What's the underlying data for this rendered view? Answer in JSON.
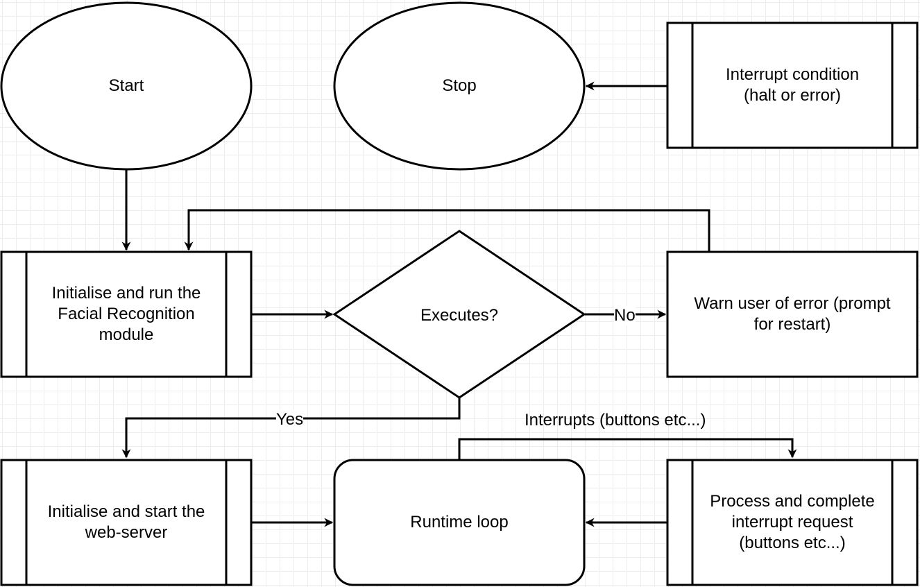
{
  "nodes": {
    "start": {
      "label": "Start",
      "shape": "ellipse"
    },
    "stop": {
      "label": "Stop",
      "shape": "ellipse"
    },
    "interrupt_condition": {
      "label": "Interrupt condition\n(halt or error)",
      "shape": "subprocess"
    },
    "init_facial": {
      "label": "Initialise and run the\nFacial Recognition\nmodule",
      "shape": "subprocess"
    },
    "executes": {
      "label": "Executes?",
      "shape": "decision"
    },
    "warn_user": {
      "label": "Warn user of error (prompt\nfor restart)",
      "shape": "process"
    },
    "init_webserver": {
      "label": "Initialise and start the\nweb-server",
      "shape": "subprocess"
    },
    "runtime_loop": {
      "label": "Runtime loop",
      "shape": "rounded-process"
    },
    "process_interrupt": {
      "label": "Process and complete\ninterrupt request\n(buttons etc...)",
      "shape": "subprocess"
    }
  },
  "edges": [
    {
      "from": "start",
      "to": "init_facial",
      "label": ""
    },
    {
      "from": "interrupt_condition",
      "to": "stop",
      "label": ""
    },
    {
      "from": "init_facial",
      "to": "executes",
      "label": ""
    },
    {
      "from": "executes",
      "to": "warn_user",
      "label": "No"
    },
    {
      "from": "warn_user",
      "to": "init_facial",
      "label": ""
    },
    {
      "from": "executes",
      "to": "init_webserver",
      "label": "Yes"
    },
    {
      "from": "init_webserver",
      "to": "runtime_loop",
      "label": ""
    },
    {
      "from": "runtime_loop",
      "to": "process_interrupt",
      "label": "Interrupts (buttons etc...)"
    },
    {
      "from": "process_interrupt",
      "to": "runtime_loop",
      "label": ""
    }
  ],
  "edge_labels": {
    "no": "No",
    "yes": "Yes",
    "interrupts": "Interrupts (buttons etc...)"
  },
  "colors": {
    "stroke": "#000000",
    "fill": "#ffffff",
    "grid": "#ededed"
  }
}
